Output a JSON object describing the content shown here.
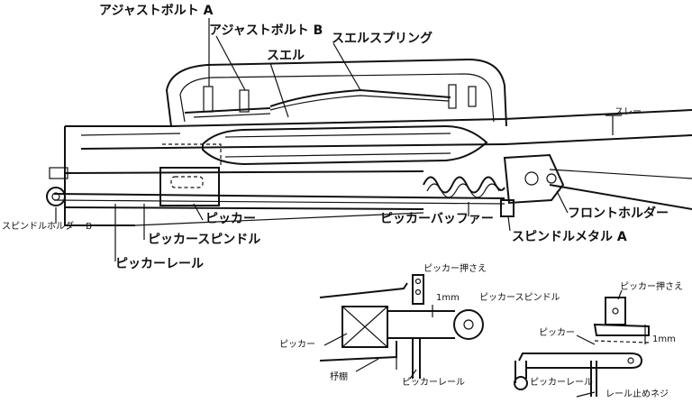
{
  "main_labels": {
    "adjust_bolt_a": "アジャストボルト A",
    "adjust_bolt_b": "アジャストボルト B",
    "shuttle_spring": "スエルスプリング",
    "shuttle": "スエル",
    "sley": "スレー",
    "spindle_holder_b": "スピンドルホルダー B",
    "picker": "ピッカー",
    "picker_spindle": "ピッカースピンドル",
    "picker_rail": "ピッカーレール",
    "picker_buffer": "ピッカーバッファー",
    "front_holder": "フロントホルダー",
    "spindle_metal_a": "スピンドルメタル A"
  },
  "detail_left": {
    "picker_holder": "ピッカー押さえ",
    "gap": "1mm",
    "picker_spindle": "ピッカースピンドル",
    "picker": "ピッカー",
    "frame": "杼棚",
    "picker_rail": "ピッカーレール"
  },
  "detail_right": {
    "picker_holder": "ピッカー押さえ",
    "picker": "ピッカー",
    "gap": "1mm",
    "picker_rail": "ピッカーレール",
    "rail_stop_screw": "レール止めネジ"
  }
}
